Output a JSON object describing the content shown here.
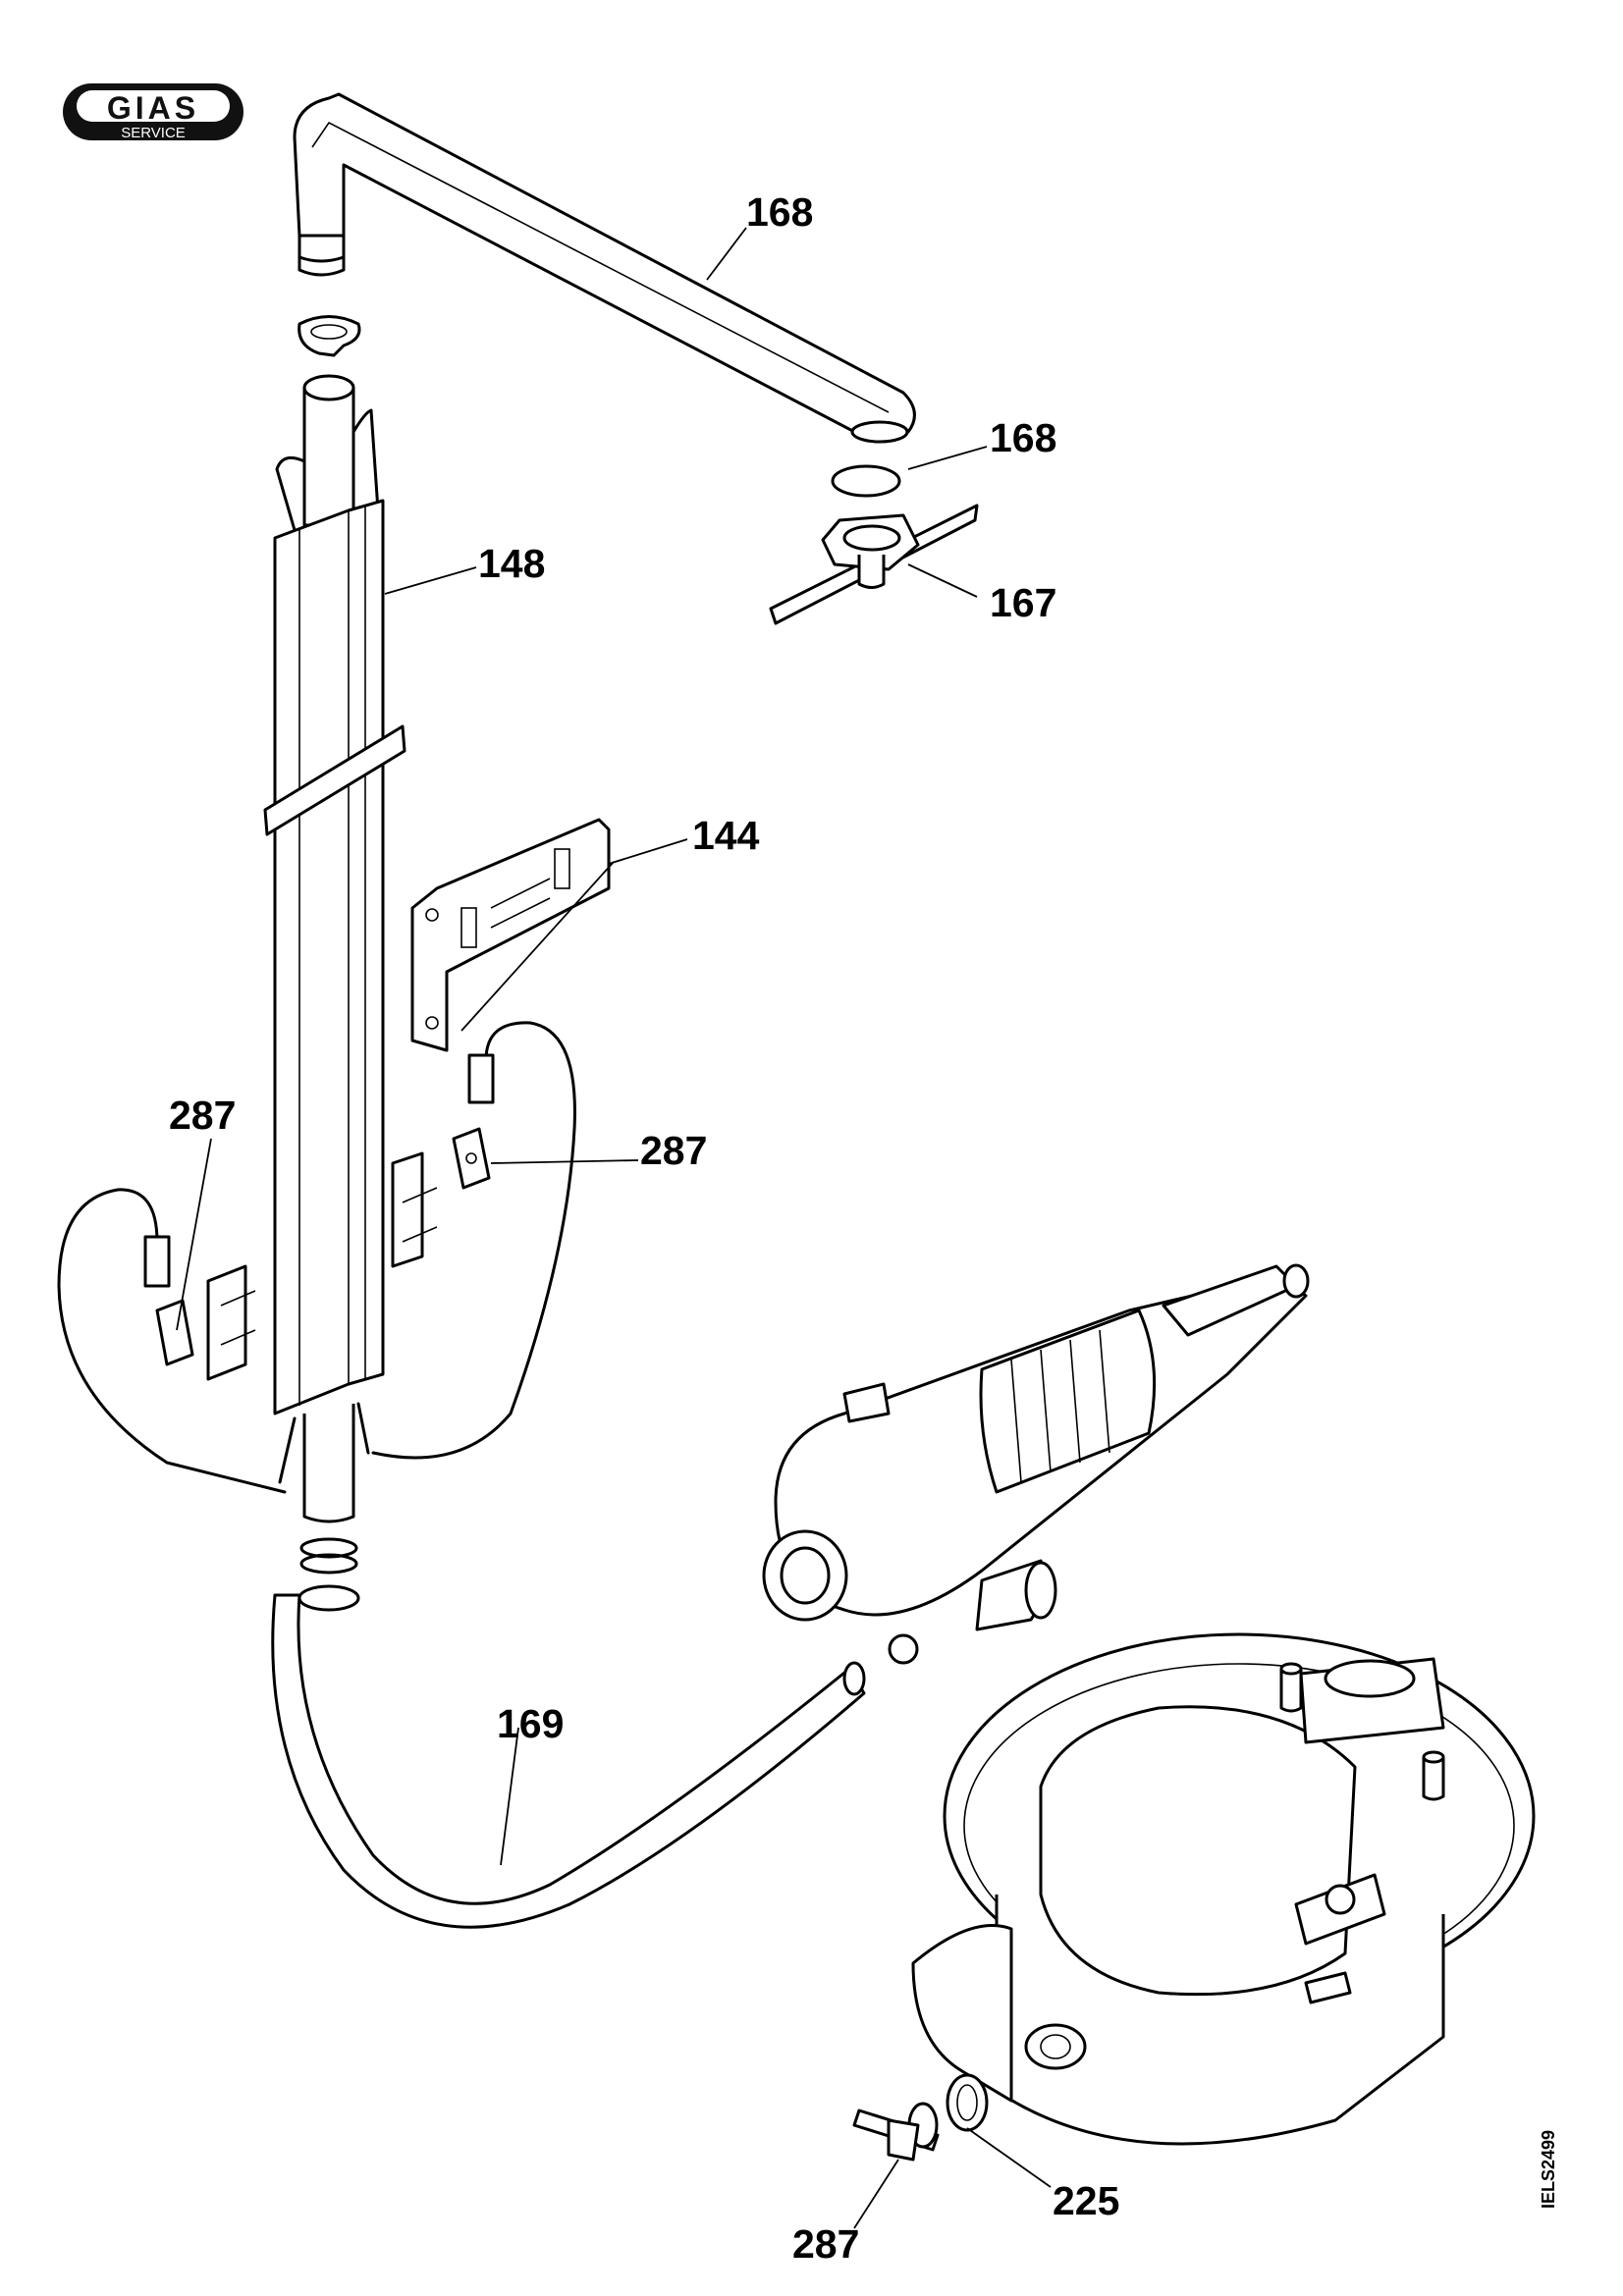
{
  "logo": {
    "brand": "GIAS",
    "sub": "SERVICE"
  },
  "drawing_code": "IELS2499",
  "callouts": [
    {
      "id": "168-arm",
      "text": "168"
    },
    {
      "id": "168-seal",
      "text": "168"
    },
    {
      "id": "167",
      "text": "167"
    },
    {
      "id": "148",
      "text": "148"
    },
    {
      "id": "144",
      "text": "144"
    },
    {
      "id": "287-left",
      "text": "287"
    },
    {
      "id": "287-mid",
      "text": "287"
    },
    {
      "id": "169",
      "text": "169"
    },
    {
      "id": "225",
      "text": "225"
    },
    {
      "id": "287-bottom",
      "text": "287"
    }
  ]
}
